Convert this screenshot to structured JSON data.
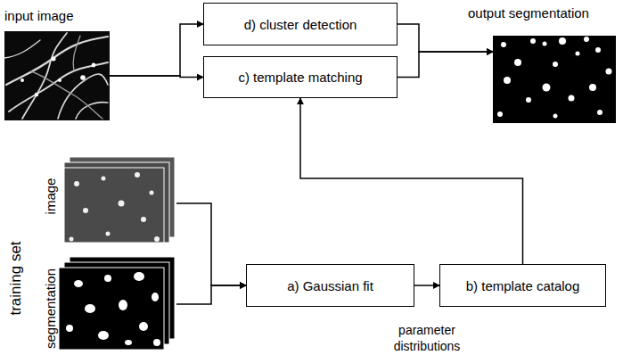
{
  "diagram": {
    "nodes": [
      {
        "text": [
          "input image"
        ]
      },
      {
        "text": [
          "d) cluster detection"
        ]
      },
      {
        "text": [
          "c) template matching"
        ]
      },
      {
        "text": [
          "output segmentation"
        ]
      },
      {
        "text": [
          "image"
        ]
      },
      {
        "text": [
          "segmentation"
        ]
      },
      {
        "text": [
          "a) Gaussian fit"
        ]
      },
      {
        "text": [
          "b) template catalog"
        ]
      }
    ],
    "edges": [
      {
        "from": 0,
        "to": 1,
        "arrow": "to"
      },
      {
        "from": 0,
        "to": 2,
        "arrow": "to"
      },
      {
        "from": 1,
        "to": 3,
        "arrow": "to"
      },
      {
        "from": 2,
        "to": 3,
        "arrow": "to"
      },
      {
        "from": 4,
        "to": 6,
        "arrow": "to"
      },
      {
        "from": 5,
        "to": 6,
        "arrow": "to"
      },
      {
        "from": 6,
        "to": 7,
        "label": "parameter distributions",
        "arrow": "to"
      },
      {
        "from": 7,
        "to": 2,
        "arrow": "to"
      }
    ],
    "labels": [
      "training set"
    ]
  }
}
